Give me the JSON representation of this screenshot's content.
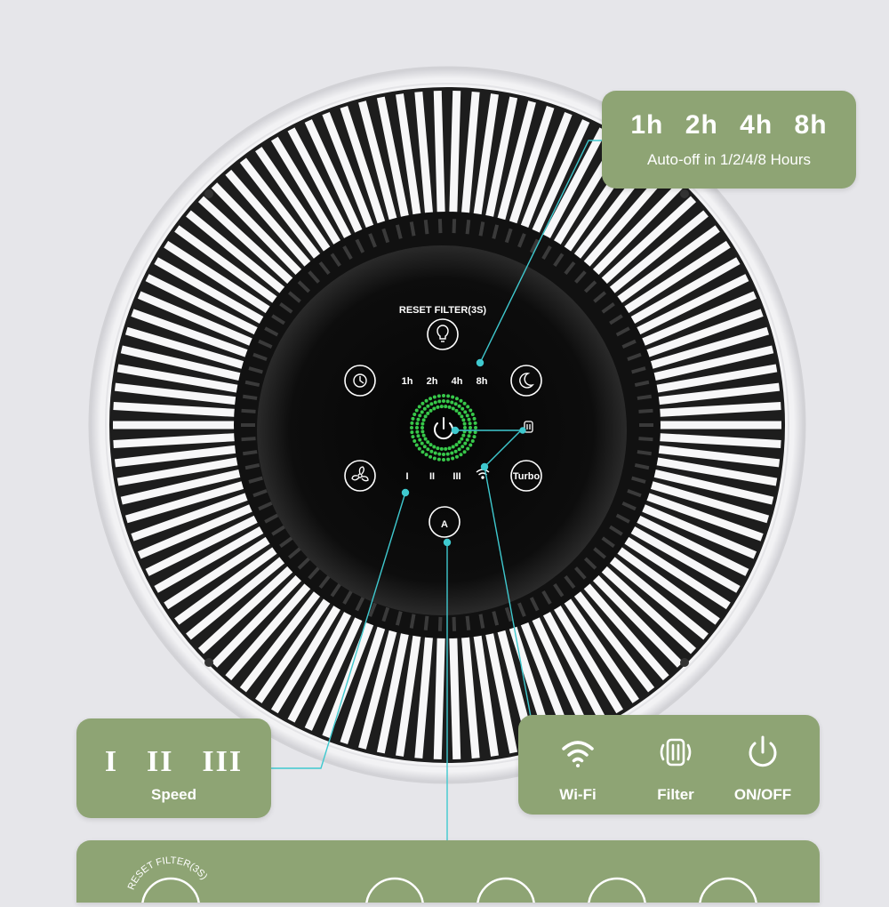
{
  "callouts": {
    "timer": {
      "options": [
        "1h",
        "2h",
        "4h",
        "8h"
      ],
      "caption": "Auto-off in 1/2/4/8 Hours"
    },
    "speed": {
      "levels": [
        "I",
        "II",
        "III"
      ],
      "caption": "Speed"
    },
    "status": {
      "items": [
        {
          "label": "Wi-Fi",
          "icon": "wifi-icon"
        },
        {
          "label": "Filter",
          "icon": "filter-icon"
        },
        {
          "label": "ON/OFF",
          "icon": "power-icon"
        }
      ]
    },
    "bottom": {
      "reset_label": "RESET FILTER(3S)"
    }
  },
  "panel": {
    "reset_label": "RESET FILTER(3S)",
    "timer_options": [
      "1h",
      "2h",
      "4h",
      "8h"
    ],
    "speed_levels": [
      "I",
      "II",
      "III"
    ],
    "turbo_label": "Turbo",
    "auto_label": "A"
  },
  "colors": {
    "card": "#8ea474",
    "leader_line": "#3fc9cf",
    "ring_glow": "#37c84a",
    "background": "#e6e6ea"
  }
}
